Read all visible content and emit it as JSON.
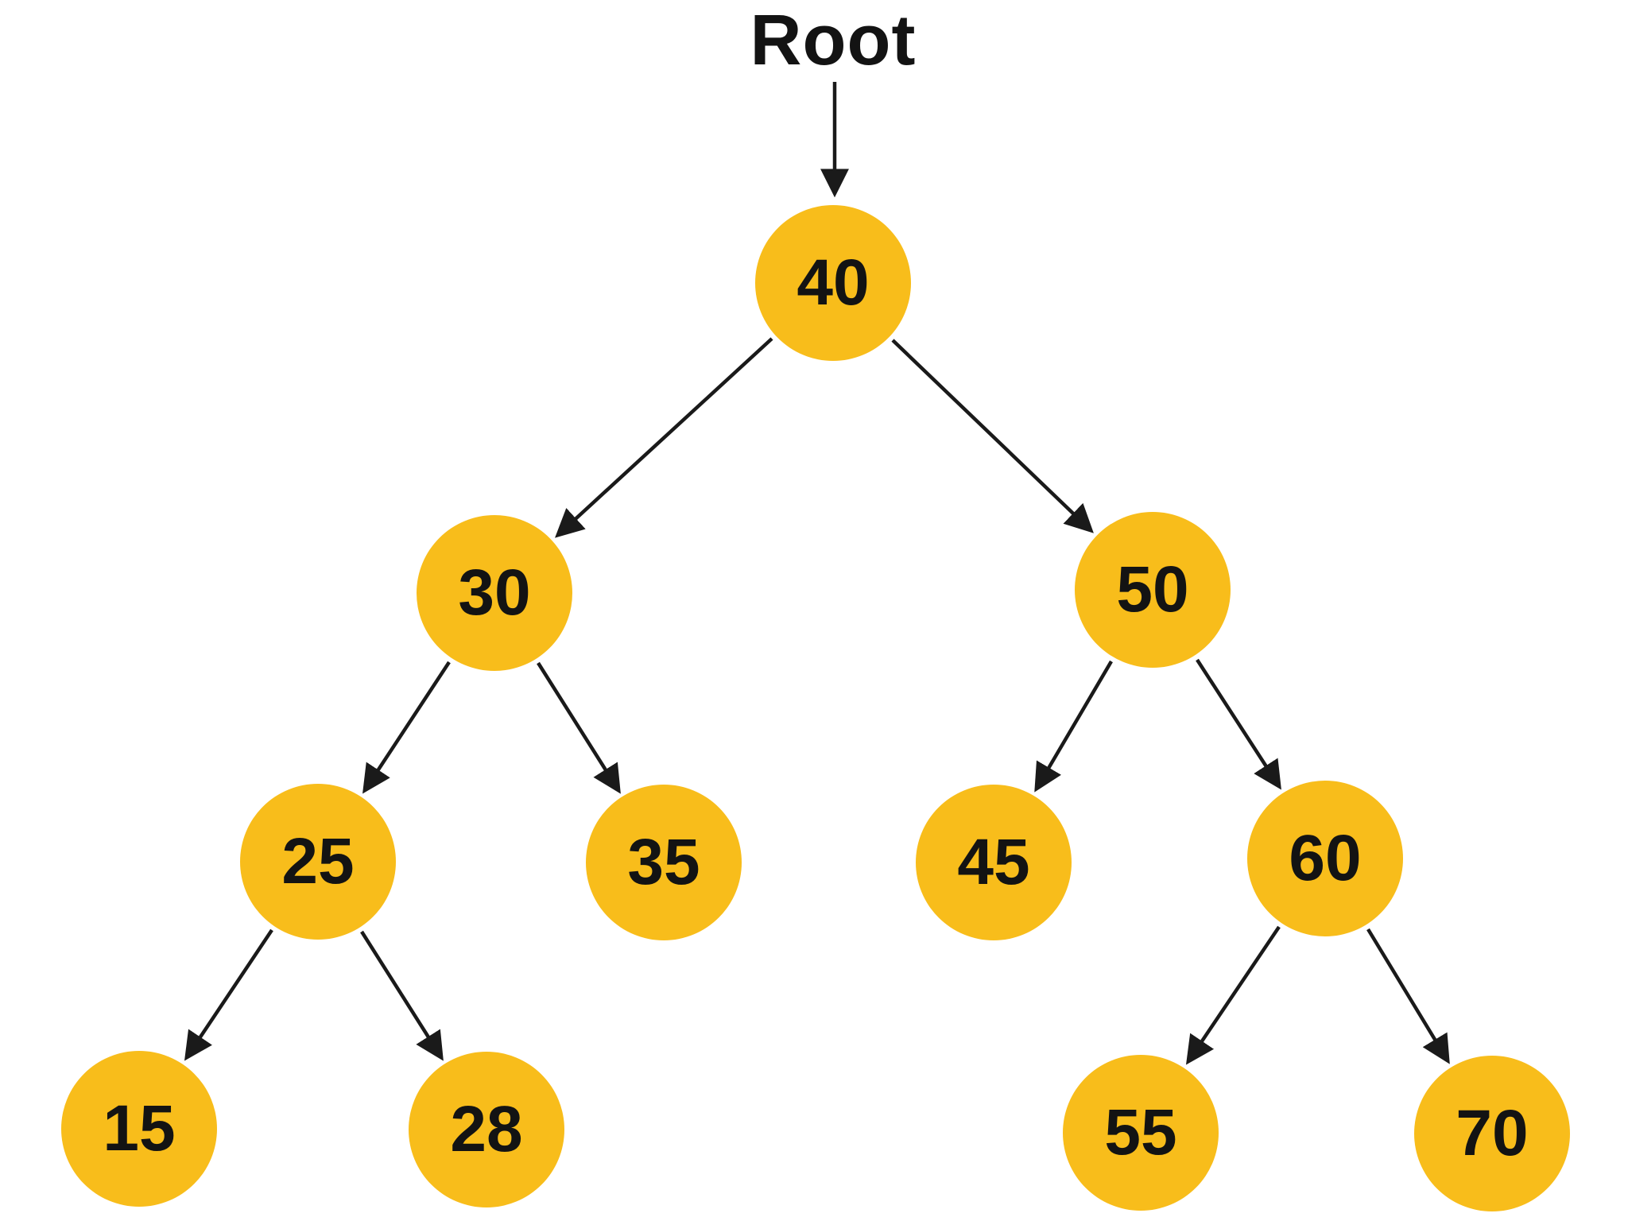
{
  "diagram": {
    "type": "binary-search-tree",
    "root_label": "Root",
    "colors": {
      "node_fill": "#F8BD1B",
      "edge": "#1A1A1A",
      "text": "#131313",
      "background": "#FFFFFF"
    },
    "nodes": [
      {
        "label": "40"
      },
      {
        "label": "30"
      },
      {
        "label": "50"
      },
      {
        "label": "25"
      },
      {
        "label": "35"
      },
      {
        "label": "45"
      },
      {
        "label": "60"
      },
      {
        "label": "15"
      },
      {
        "label": "28"
      },
      {
        "label": "55"
      },
      {
        "label": "70"
      }
    ],
    "edges": [
      {
        "from": "Root",
        "to": "40"
      },
      {
        "from": "40",
        "to": "30"
      },
      {
        "from": "40",
        "to": "50"
      },
      {
        "from": "30",
        "to": "25"
      },
      {
        "from": "30",
        "to": "35"
      },
      {
        "from": "50",
        "to": "45"
      },
      {
        "from": "50",
        "to": "60"
      },
      {
        "from": "25",
        "to": "15"
      },
      {
        "from": "25",
        "to": "28"
      },
      {
        "from": "60",
        "to": "55"
      },
      {
        "from": "60",
        "to": "70"
      }
    ],
    "tree": {
      "value": "40",
      "left": {
        "value": "30",
        "left": {
          "value": "25",
          "left": {
            "value": "15"
          },
          "right": {
            "value": "28"
          }
        },
        "right": {
          "value": "35"
        }
      },
      "right": {
        "value": "50",
        "left": {
          "value": "45"
        },
        "right": {
          "value": "60",
          "left": {
            "value": "55"
          },
          "right": {
            "value": "70"
          }
        }
      }
    }
  }
}
